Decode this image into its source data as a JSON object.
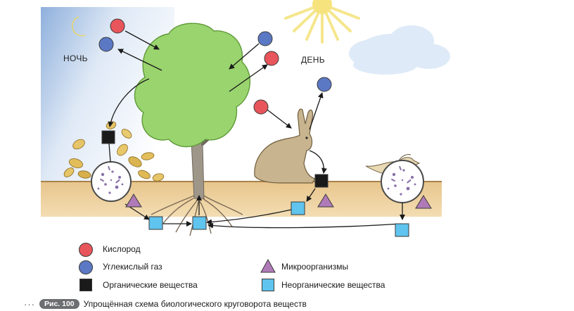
{
  "scene": {
    "night_label": "НОЧЬ",
    "day_label": "ДЕНЬ"
  },
  "legend": {
    "oxygen": "Кислород",
    "co2": "Углекислый газ",
    "organic": "Органические вещества",
    "microorganisms": "Микроорганизмы",
    "inorganic": "Неорганические вещества"
  },
  "caption": {
    "dots": "···",
    "figure": "Рис. 100",
    "text": "Упрощённая схема биологического круговорота веществ"
  },
  "colors": {
    "oxygen": "#e8555a",
    "co2": "#5b78c4",
    "organic": "#1a1a1a",
    "inorganic": "#5fc4ee",
    "microorganisms": "#b07ab8"
  },
  "icons": [
    "moon-icon",
    "sun-icon",
    "cloud-icon",
    "tree-icon",
    "hare-icon",
    "bird-icon",
    "leaf-litter-icon",
    "microbe-lens-icon"
  ]
}
